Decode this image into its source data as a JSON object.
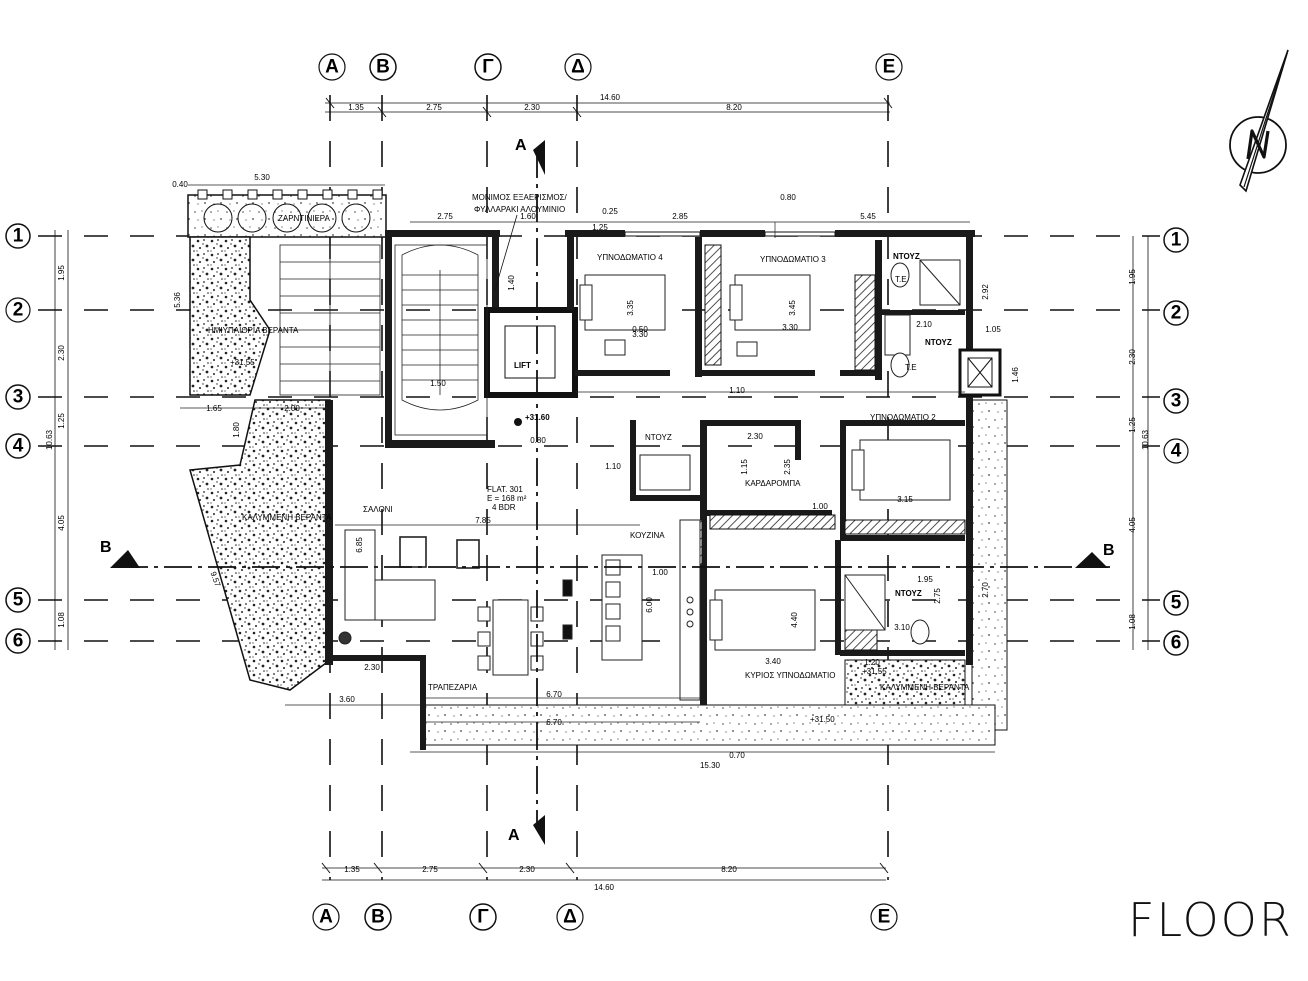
{
  "page_title": "FLOOR",
  "grid": {
    "columns": [
      "Α",
      "Β",
      "Γ",
      "Δ",
      "Ε"
    ],
    "rows": [
      "1",
      "2",
      "3",
      "4",
      "5",
      "6"
    ],
    "top_dims": [
      "1.35",
      "2.75",
      "2.30",
      "8.20"
    ],
    "top_total": "14.60",
    "bottom_dims": [
      "1.35",
      "2.75",
      "2.30",
      "8.20"
    ],
    "bottom_total": "14.60",
    "left_dims": [
      "1.95",
      "2.30",
      "1.25",
      "4.05",
      "1.08"
    ],
    "left_total": "10.63",
    "right_dims": [
      "1.95",
      "2.30",
      "1.25",
      "4.05",
      "1.08"
    ],
    "right_total": "10.63"
  },
  "sections": {
    "a": "A",
    "b": "B"
  },
  "rooms": {
    "bedroom4": "ΥΠΝΟΔΩΜΑΤΙΟ 4",
    "bedroom3": "ΥΠΝΟΔΩΜΑΤΙΟ 3",
    "bedroom2": "ΥΠΝΟΔΩΜΑΤΙΟ 2",
    "master": "ΚΥΡΙΟΣ ΥΠΝΟΔΩΜΑΤΙΟ",
    "shower1": "ΝΤΟΥΖ",
    "shower2": "ΝΤΟΥΖ",
    "shower3": "ΝΤΟΥΖ",
    "shower4": "ΝΤΟΥΖ",
    "te1": "Τ.Ε",
    "te2": "Τ.Ε",
    "lift": "LIFT",
    "living": "ΣΑΛΟΝΙ",
    "kitchen": "ΚΟΥΖΙΝΑ",
    "dining": "ΤΡΑΠΕΖΑΡΙΑ",
    "wardrobe": "ΚΑΡΔΑΡΟΜΠΑ",
    "veranda_top": "ΗΜΙΥΠΑΙΘΡΙΑ ΒΕΡΑΝΤΑ",
    "veranda_left": "ΚΑΛΥΜΜΕΝΗ ΒΕΡΑΝΤΑ",
    "veranda_right": "ΚΑΛΥΜΜΕΝΗ ΒΕΡΑΝΤΑ",
    "planter": "ΖΑΡΝΤΙΝΙΕΡΑ"
  },
  "notes": {
    "fixed_shading": "ΜΟΝΙΜΟΣ ΕΞΑΕΡΙΣΜΟΣ/",
    "fixed_shading2": "ΦΥΛΛΑΡΑΚΙ ΑΛΟΥΜΙΝΙΟ",
    "flat": "FLAT. 301",
    "area": "E = 168 m²",
    "bdr": "4 BDR",
    "level": "+31.60",
    "level2": "+31.55",
    "level3": "+31.50",
    "level4": "+31.55"
  },
  "room_dims": {
    "d1": "2.75",
    "d2": "1.60",
    "d3": "1.25",
    "d4": "0.25",
    "d5": "2.85",
    "d6": "0.80",
    "d7": "5.45",
    "d8": "3.35",
    "d9": "3.30",
    "d10": "3.45",
    "d11": "3.30",
    "d12": "1.10",
    "d13": "7.85",
    "d14": "2.30",
    "d15": "1.15",
    "d16": "2.35",
    "d17": "3.15",
    "d18": "1.00",
    "d19": "1.10",
    "d20": "6.00",
    "d21": "4.40",
    "d22": "3.40",
    "d23": "6.70",
    "d24": "6.70",
    "d25": "15.30",
    "d26": "3.60",
    "d27": "2.30",
    "d28": "5.30",
    "d29": "0.40",
    "d30": "5.36",
    "d31": "1.65",
    "d32": "2.00",
    "d33": "9.57",
    "d34": "1.00",
    "d35": "6.85",
    "d36": "2.10",
    "d37": "1.46",
    "d38": "3.10",
    "d39": "1.20",
    "d40": "0.70",
    "d41": "2.92",
    "d42": "1.95",
    "d43": "2.75",
    "d44": "1.05",
    "d45": "0.80",
    "d46": "1.40",
    "d47": "0.50",
    "d48": "1.50",
    "d49": "2.70",
    "d50": "1.80"
  },
  "icons": {
    "north": "north-arrow-icon",
    "section_marker": "section-marker-icon",
    "elevator": "elevator-shaft-icon"
  },
  "colors": {
    "ink": "#111111",
    "paper": "#ffffff"
  }
}
